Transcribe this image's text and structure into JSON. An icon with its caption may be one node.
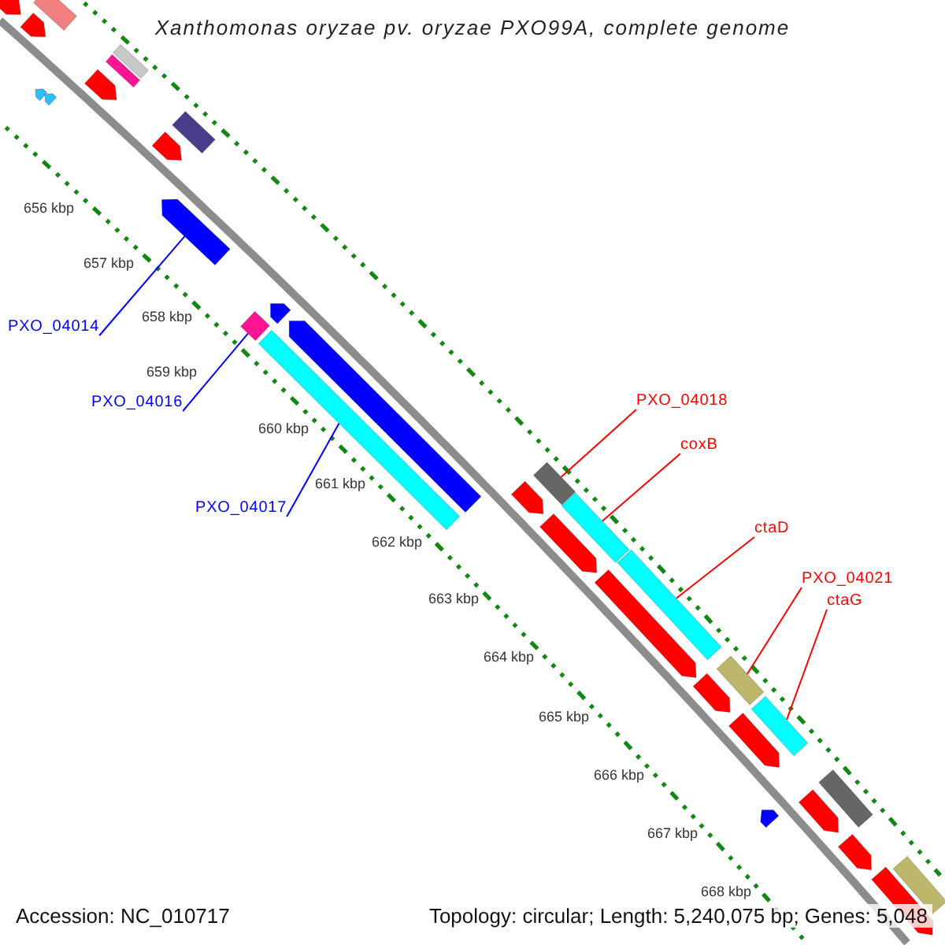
{
  "diagram": {
    "title": "Xanthomonas oryzae pv. oryzae PXO99A, complete genome",
    "nodes": [
      {
        "text": [
          "PXO_04014"
        ]
      },
      {
        "text": [
          "PXO_04016"
        ]
      },
      {
        "text": [
          "PXO_04017"
        ]
      },
      {
        "text": [
          "PXO_04018"
        ]
      },
      {
        "text": [
          "coxB"
        ]
      },
      {
        "text": [
          "ctaD"
        ]
      },
      {
        "text": [
          "PXO_04021"
        ]
      },
      {
        "text": [
          "ctaG"
        ]
      },
      {
        "text": [],
        "shape": "arrow"
      },
      {
        "text": [],
        "shape": "diamond"
      },
      {
        "text": [],
        "shape": "bar"
      },
      {
        "text": [],
        "shape": "bar"
      },
      {
        "text": [],
        "shape": "bar"
      },
      {
        "text": [],
        "shape": "bar"
      },
      {
        "text": [],
        "shape": "bar"
      },
      {
        "text": [],
        "shape": "bar"
      }
    ],
    "edges": [
      {
        "from": 0,
        "to": 8,
        "arrow": "none",
        "color": "#0000ff"
      },
      {
        "from": 1,
        "to": 9,
        "arrow": "none",
        "color": "#0000ff"
      },
      {
        "from": 2,
        "to": 10,
        "arrow": "none",
        "color": "#0000ff"
      },
      {
        "from": 3,
        "to": 11,
        "arrow": "none"
      },
      {
        "from": 4,
        "to": 12,
        "arrow": "none"
      },
      {
        "from": 5,
        "to": 13,
        "arrow": "none"
      },
      {
        "from": 6,
        "to": 14,
        "arrow": "none"
      },
      {
        "from": 7,
        "to": 15,
        "arrow": "none"
      }
    ],
    "labels": [
      "656 kbp",
      "657 kbp",
      "658 kbp",
      "659 kbp",
      "660 kbp",
      "661 kbp",
      "662 kbp",
      "663 kbp",
      "664 kbp",
      "665 kbp",
      "666 kbp",
      "667 kbp",
      "668 kbp",
      "Accession: NC_010717",
      "Topology: circular; Length: 5,240,075 bp; Genes: 5,048"
    ]
  }
}
